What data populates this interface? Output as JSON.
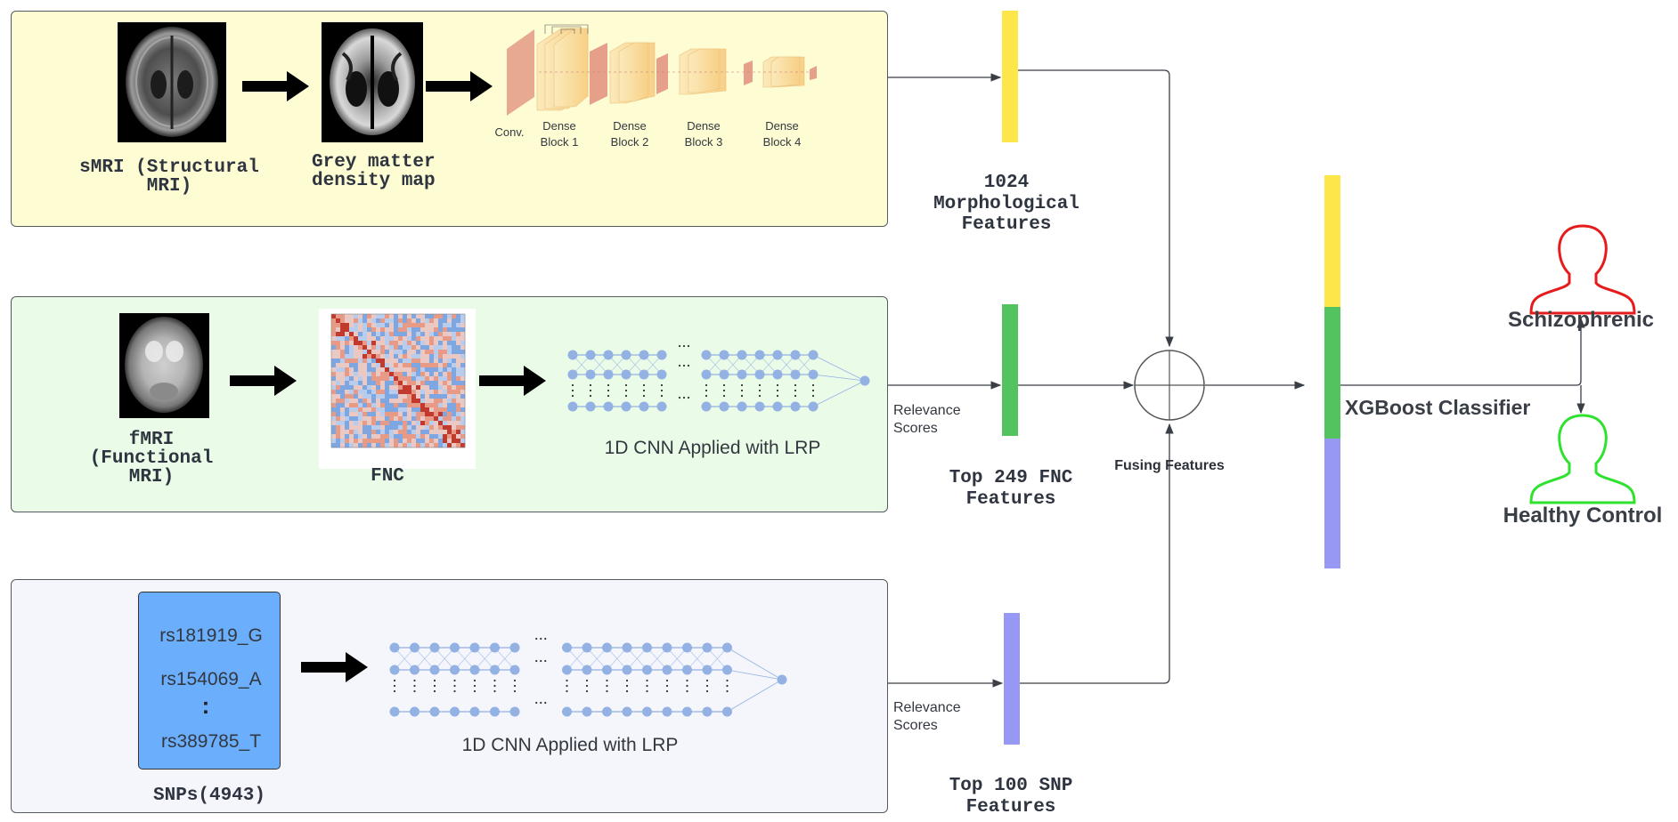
{
  "colors": {
    "smri_panel": "#fefcd2",
    "fmri_panel": "#eafbe7",
    "snp_panel": "#f5f6fc",
    "morph_feature": "#fde64a",
    "fnc_feature": "#52c35f",
    "snp_feature": "#9797f4",
    "snp_box": "#6aaefc",
    "schizophrenic": "#e61c1c",
    "healthy": "#2fe22f",
    "fnc_red": "#c23a2e",
    "fnc_blue": "#7ea6e0",
    "node": "#93b1e3"
  },
  "icons": [
    "arrow-right-icon",
    "person-icon",
    "circle-plus-icon",
    "brain-scan-icon"
  ],
  "smri": {
    "source_label": "sMRI (Structural\nMRI)",
    "map_label": "Grey matter\ndensity map",
    "densenet": {
      "conv_label": "Conv.",
      "blocks": [
        "Dense\nBlock 1",
        "Dense\nBlock 2",
        "Dense\nBlock 3",
        "Dense\nBlock 4"
      ]
    },
    "feature_label": "1024\nMorphological\nFeatures"
  },
  "fmri": {
    "source_label": "fMRI\n(Functional\nMRI)",
    "fnc_label": "FNC",
    "cnn_label": "1D CNN Applied with LRP",
    "relevance_label": "Relevance\nScores",
    "feature_label": "Top 249 FNC\nFeatures"
  },
  "snp": {
    "items": [
      "rs181919_G",
      "rs154069_A",
      "rs389785_T"
    ],
    "ellipsis": ":",
    "source_label": "SNPs(4943)",
    "cnn_label": "1D CNN Applied with LRP",
    "relevance_label": "Relevance\nScores",
    "feature_label": "Top 100 SNP\nFeatures"
  },
  "fusion": {
    "label": "Fusing Features"
  },
  "classifier": {
    "label": "XGBoost Classifier",
    "outcomes": [
      "Schizophrenic",
      "Healthy Control"
    ]
  }
}
